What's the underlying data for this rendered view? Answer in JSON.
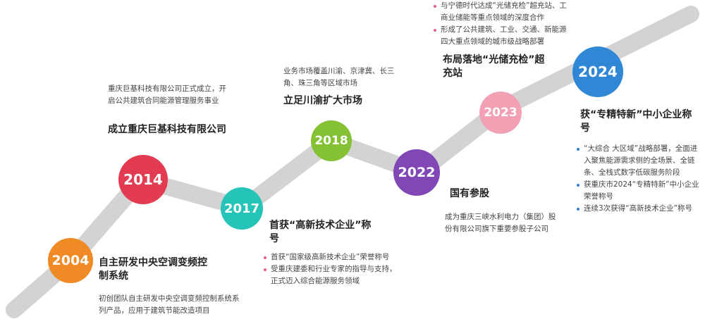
{
  "milestones": [
    {
      "year": "2004",
      "color": "#f08a24",
      "title": "自主研发中央空调变频控制系统",
      "desc": "初创团队自主研发中央空调变频控制系统系列产品，应用于建筑节能改造项目"
    },
    {
      "year": "2014",
      "color": "#e23b52",
      "title": "成立重庆巨基科技有限公司",
      "desc": "重庆巨基科技有限公司正式成立，开启公共建筑合同能源管理服务事业"
    },
    {
      "year": "2017",
      "color": "#25c4b8",
      "title": "首获“高新技术企业”称号",
      "bullets": [
        "首获“国家级高新技术企业”荣誉称号",
        "受重庆建委和行业专家的指导与支持，正式迈入综合能源服务领域"
      ]
    },
    {
      "year": "2018",
      "color": "#84c234",
      "title": "立足川渝扩大市场",
      "desc": "业务市场覆盖川渝、京津冀、长三角、珠三角等区域市场"
    },
    {
      "year": "2022",
      "color": "#8148b5",
      "title": "国有参股",
      "desc": "成为重庆三峡水利电力（集团）股份有限公司旗下重要参股子公司"
    },
    {
      "year": "2023",
      "color": "#f2a1b5",
      "title": "布局落地“光储充检”超充站",
      "bullets": [
        "与宁德时代达成“光储充检”超充站、工商业储能等重点领域的深度合作",
        "形成了公共建筑、工业、交通、新能源四大重点领域的城市级战略部署"
      ]
    },
    {
      "year": "2024",
      "color": "#2f87d6",
      "title": "获“专精特新”中小企业称号",
      "bullets": [
        "“大综合 大区域”战略部署，全面进入聚焦能源需求侧的全场景、全链条、全栈式数字低碳服务阶段",
        "获重庆市2024“专精特新”中小企业荣誉称号",
        "连续3次获得“高新技术企业”称号"
      ]
    }
  ]
}
